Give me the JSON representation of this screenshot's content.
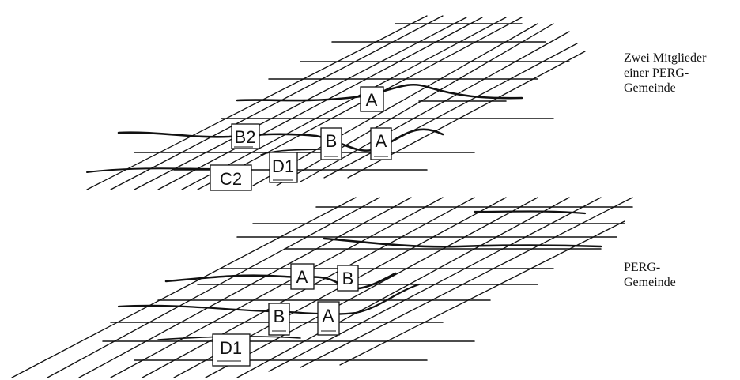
{
  "captions": {
    "top": [
      "Zwei Mitglieder",
      "einer PERG-",
      "Gemeinde"
    ],
    "bottom": [
      "PERG-",
      "Gemeinde"
    ]
  },
  "labels": {
    "top": [
      "A",
      "B2",
      "B",
      "A",
      "D1",
      "C2"
    ],
    "bottom": [
      "A",
      "B",
      "B",
      "A",
      "D1"
    ]
  },
  "colors": {
    "ink": "#111111",
    "background": "#ffffff"
  }
}
